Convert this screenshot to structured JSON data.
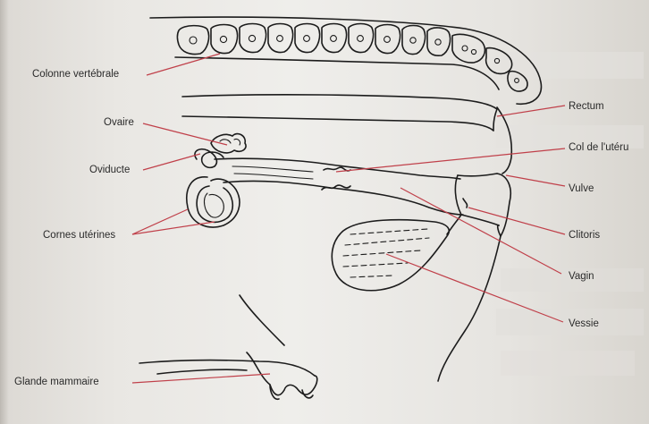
{
  "labels": {
    "colonne": "Colonne vertébrale",
    "ovaire": "Ovaire",
    "oviducte": "Oviducte",
    "cornes": "Cornes utérines",
    "glande": "Glande mammaire",
    "rectum": "Rectum",
    "col": "Col de l'utéru",
    "vulve": "Vulve",
    "clitoris": "Clitoris",
    "vagin": "Vagin",
    "vessie": "Vessie"
  },
  "colors": {
    "leader_lines": "#c0404a",
    "ink": "#1c1c1c",
    "paper": "#efeeeb"
  }
}
